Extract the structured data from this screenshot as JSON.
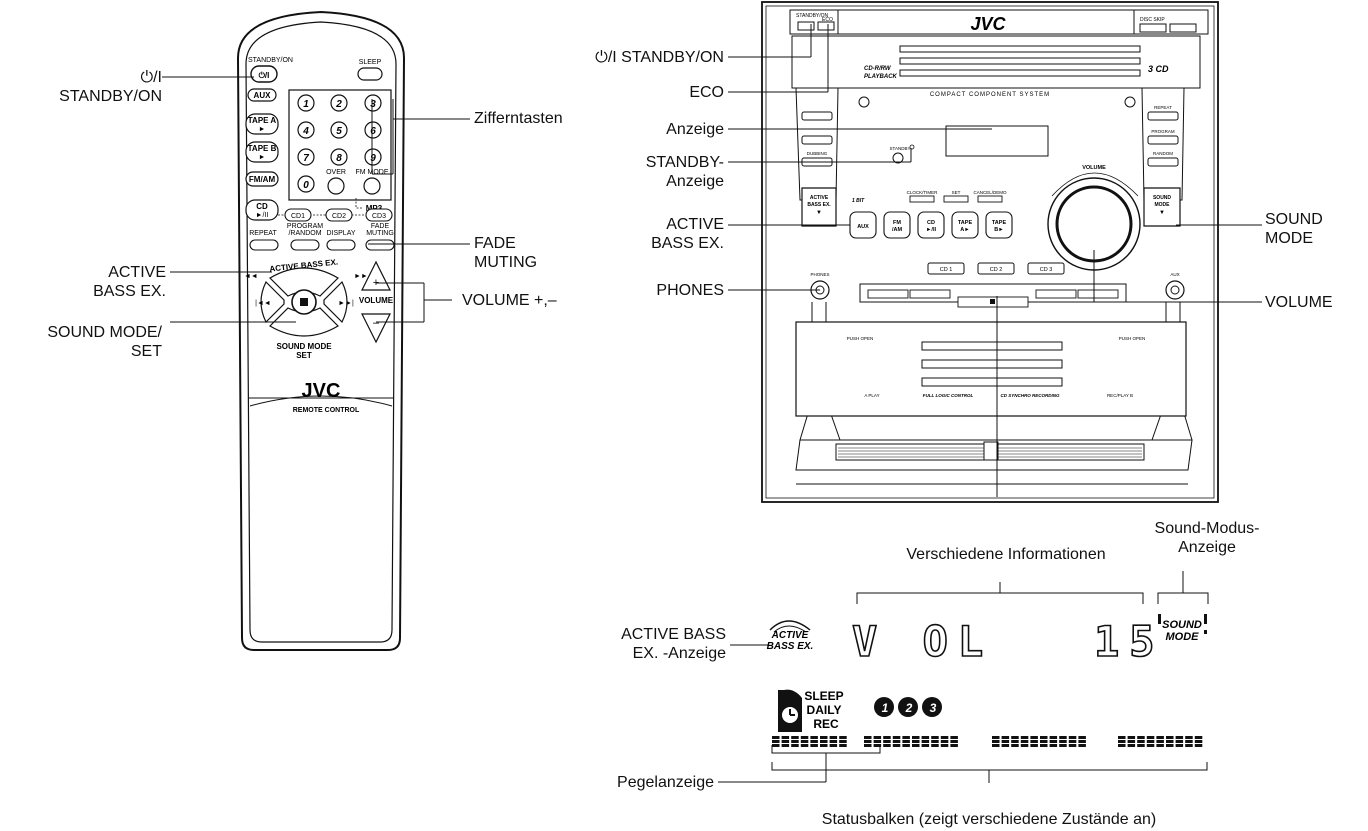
{
  "remote": {
    "buttons": {
      "standby_on": "STANDBY/ON",
      "sleep": "SLEEP",
      "aux": "AUX",
      "tape_a": "TAPE A",
      "tape_b": "TAPE B",
      "fm_am": "FM/AM",
      "cd": "CD",
      "cd_play": "►/II",
      "over": "OVER",
      "fm_mode": "FM MODE",
      "mp3": "MP3",
      "cd1": "CD1",
      "cd2": "CD2",
      "cd3": "CD3",
      "repeat": "REPEAT",
      "program_random": "PROGRAM /RANDOM",
      "display": "DISPLAY",
      "fade_muting": "FADE MUTING",
      "active_bass_ex": "ACTIVE BASS EX.",
      "volume": "VOLUME",
      "sound_mode_set": "SOUND MODE SET",
      "digits": [
        "1",
        "2",
        "3",
        "4",
        "5",
        "6",
        "7",
        "8",
        "9",
        "0"
      ]
    },
    "brand": "JVC",
    "subtitle": "REMOTE CONTROL"
  },
  "remote_labels": {
    "standby_on": "⏻/I\nSTANDBY/ON",
    "zifferntasten": "Zifferntasten",
    "fade_muting": "FADE\nMUTING",
    "active_bass": "ACTIVE\nBASS EX.",
    "volume_pm": "VOLUME +,–",
    "sound_mode_set": "SOUND MODE/\nSET"
  },
  "unit": {
    "brand": "JVC",
    "system_name": "COMPACT  COMPONENT  SYSTEM",
    "disc_info": "CD-R/RW\nPLAYBACK",
    "three_cd": "3 CD",
    "buttons": {
      "aux": "AUX",
      "fm_am": "FM\n/AM",
      "cd": "CD\n►/II",
      "tape_a": "TAPE\nA►",
      "tape_b": "TAPE\nB►",
      "cd1": "CD 1",
      "cd2": "CD 2",
      "cd3": "CD 3",
      "active_bass": "ACTIVE\nBASS EX.",
      "sound_mode": "SOUND\nMODE",
      "volume": "VOLUME",
      "clock_timer": "CLOCK/TIMER",
      "set": "SET",
      "cancel_demo": "CANCEL/DEMO",
      "repeat": "REPEAT",
      "program": "PROGRAM",
      "random": "RANDOM",
      "phones": "PHONES",
      "aux_jack": "AUX",
      "standby": "STANDBY",
      "eco": "ECO",
      "standby_on": "STANDBY/ON",
      "dubbing": "DUBBING",
      "disc_skip": "DISC SKIP",
      "push_open": "PUSH OPEN",
      "a_play": "A PLAY",
      "rec_play_b": "REC/PLAY B",
      "full_logic": "FULL LOGIC CONTROL",
      "cd_synchro": "CD SYNCHRO RECORDING",
      "one_bit": "1 BIT"
    }
  },
  "unit_labels": {
    "standby_on": "⏻/I STANDBY/ON",
    "eco": "ECO",
    "anzeige": "Anzeige",
    "standby_anzeige": "STANDBY-\nAnzeige",
    "active_bass": "ACTIVE\nBASS EX.",
    "phones": "PHONES",
    "sound_mode": "SOUND\nMODE",
    "volume": "VOLUME"
  },
  "display": {
    "label_info": "Verschiedene Informationen",
    "label_sound_mode": "Sound-Modus-\nAnzeige",
    "label_active_bass": "ACTIVE BASS\nEX. -Anzeige",
    "label_level": "Pegelanzeige",
    "label_status": "Statusbalken (zeigt verschiedene Zustände an)",
    "readout_left": "V OL",
    "readout_right": "15",
    "active_icon": "ACTIVE\nBASS EX.",
    "sound_icon": "SOUND\nMODE",
    "sleep": "SLEEP",
    "daily": "DAILY",
    "rec": "REC",
    "disc_icons": [
      "1",
      "2",
      "3"
    ]
  }
}
